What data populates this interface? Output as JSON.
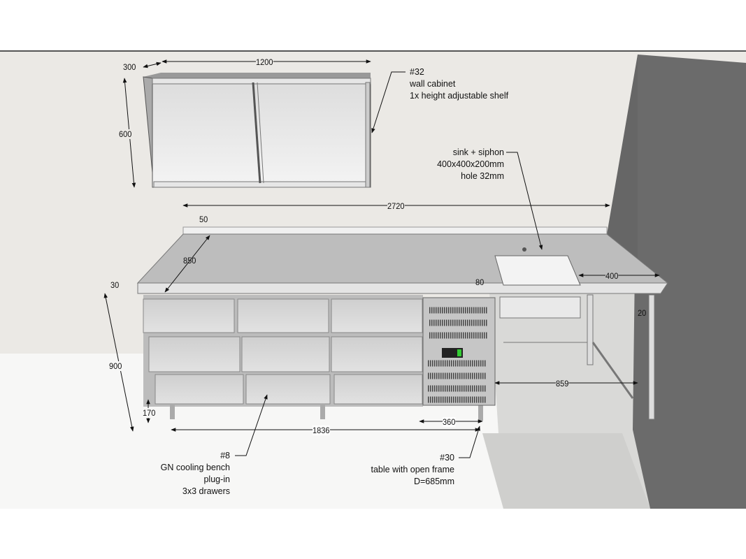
{
  "dimensions": {
    "cabinet_depth": "300",
    "cabinet_width": "1200",
    "cabinet_height": "600",
    "total_length": "2720",
    "upstand": "50",
    "worktop_depth": "850",
    "worktop_thickness": "30",
    "bench_height": "900",
    "leg_height": "170",
    "bench_length": "1836",
    "unit_width": "360",
    "overhang": "80",
    "sink_offset": "400",
    "frame_offset": "20",
    "frame_length": "859"
  },
  "callouts": {
    "wall_cabinet": {
      "number": "#32",
      "lines": [
        "wall cabinet",
        "1x height adjustable shelf"
      ]
    },
    "sink": {
      "lines": [
        "sink + siphon",
        "400x400x200mm",
        "hole 32mm"
      ]
    },
    "cooling_bench": {
      "number": "#8",
      "lines": [
        "GN cooling bench",
        "plug-in",
        "3x3 drawers"
      ]
    },
    "open_table": {
      "number": "#30",
      "lines": [
        "table with open frame",
        "D=685mm"
      ]
    }
  },
  "colors": {
    "wall": "#ebe9e5",
    "dark_wall": "#6b6b6b",
    "steel": "#c9c9c9",
    "line": "#222222"
  }
}
